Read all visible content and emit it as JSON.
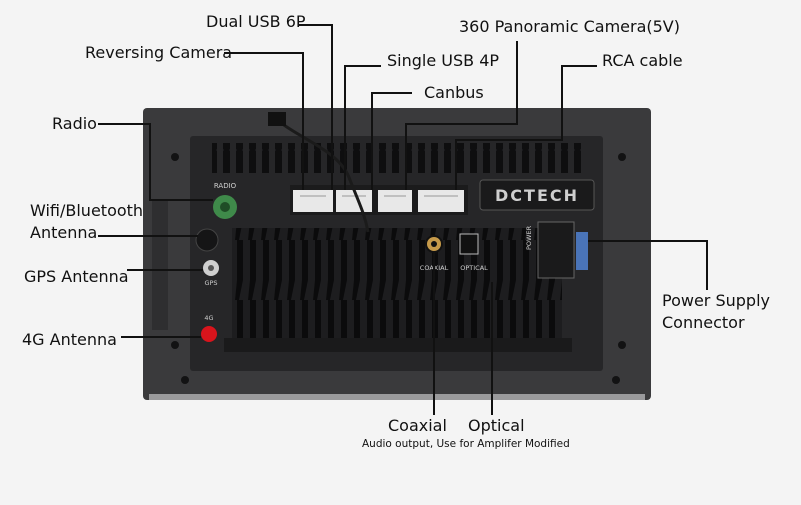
{
  "labels": {
    "dual_usb": "Dual USB 6P",
    "camera360": "360 Panoramic Camera(5V)",
    "reversing_camera": "Reversing Camera",
    "single_usb": "Single USB 4P",
    "rca_cable": "RCA cable",
    "canbus": "Canbus",
    "radio": "Radio",
    "wifi_bt_line1": "Wifi/Bluetooth",
    "wifi_bt_line2": "Antenna",
    "gps_antenna": "GPS Antenna",
    "antenna_4g": "4G Antenna",
    "power_line1": "Power Supply",
    "power_line2": "Connector",
    "coaxial": "Coaxial",
    "optical": "Optical",
    "audio_note": "Audio output, Use for Amplifer Modified"
  },
  "unit_markings": {
    "brand": "DCTECH",
    "radio_port": "RADIO",
    "gps_port": "GPS",
    "port_4g": "4G",
    "coaxial_port": "COAXIAL",
    "optical_port": "OPTICAL",
    "power_port": "POWER"
  },
  "colors": {
    "background": "#f4f4f4",
    "plate": "#3a3a3c",
    "housing": "#262628",
    "radio_connector": "#3f8a4a",
    "antenna_4g": "#d8141c",
    "power_connector": "#4a74b8",
    "leader_line": "#111111"
  }
}
